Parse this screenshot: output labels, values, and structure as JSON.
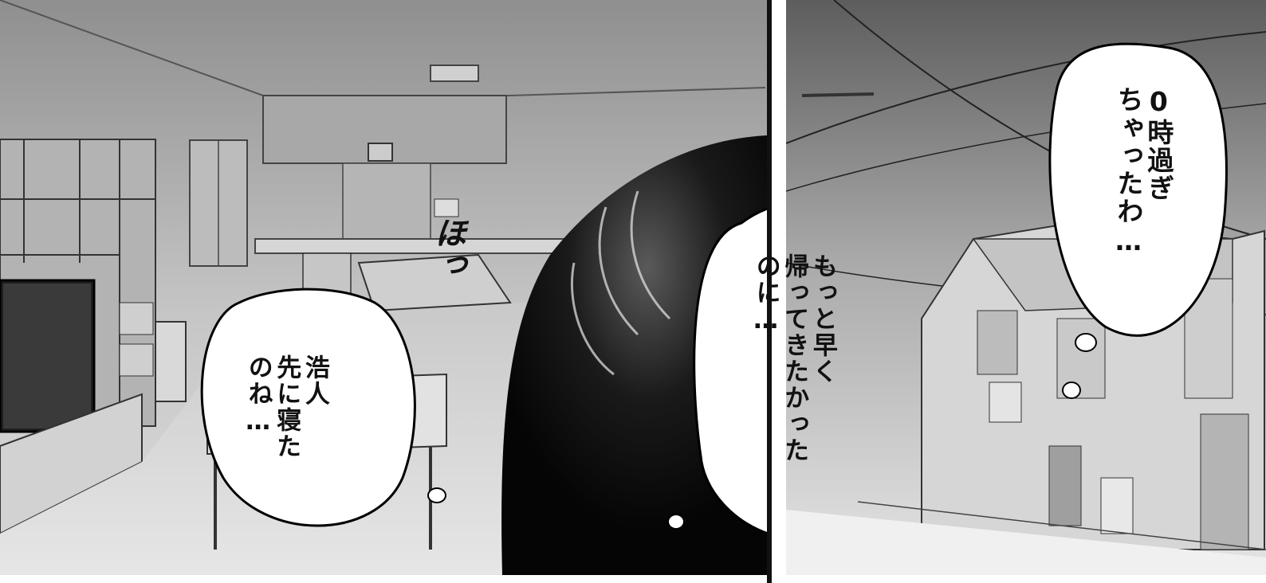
{
  "panels": {
    "left": {
      "sfx": "ほっ",
      "bubble_left": "浩人\n先に寝た\nのね…",
      "bubble_right": "もっと早く\n帰ってきたかった\nのに…"
    },
    "right": {
      "bubble": "0時過ぎ\nちゃったわ…"
    }
  }
}
